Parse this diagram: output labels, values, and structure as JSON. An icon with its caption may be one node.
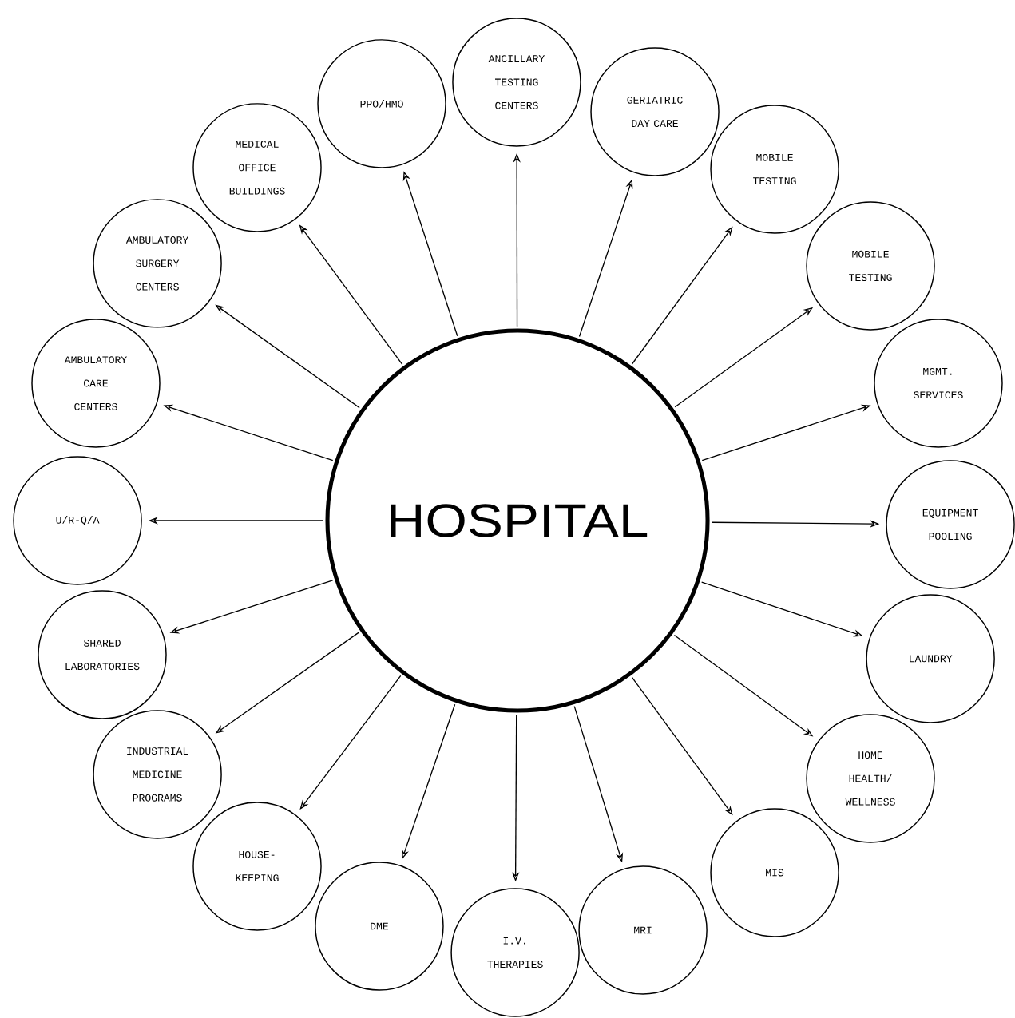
{
  "diagram": {
    "nodes": [
      {
        "text": [
          "HOSPITAL"
        ]
      },
      {
        "text": [
          "ANCILLARY TESTING CENTERS"
        ]
      },
      {
        "text": [
          "GERIATRIC DAY CARE"
        ]
      },
      {
        "text": [
          "MOBILE TESTING"
        ]
      },
      {
        "text": [
          "MOBILE TESTING"
        ]
      },
      {
        "text": [
          "MGMT. SERVICES"
        ]
      },
      {
        "text": [
          "EQUIPMENT POOLING"
        ]
      },
      {
        "text": [
          "LAUNDRY"
        ]
      },
      {
        "text": [
          "HOME HEALTH/ WELLNESS"
        ]
      },
      {
        "text": [
          "MIS"
        ]
      },
      {
        "text": [
          "MRI"
        ]
      },
      {
        "text": [
          "I.V. THERAPIES"
        ]
      },
      {
        "text": [
          "DME"
        ]
      },
      {
        "text": [
          "HOUSE-KEEPING"
        ]
      },
      {
        "text": [
          "INDUSTRIAL MEDICINE PROGRAMS"
        ]
      },
      {
        "text": [
          "SHARED LABORATORIES"
        ]
      },
      {
        "text": [
          "U/R-Q/A"
        ]
      },
      {
        "text": [
          "AMBULATORY CARE CENTERS"
        ]
      },
      {
        "text": [
          "AMBULATORY SURGERY CENTERS"
        ]
      },
      {
        "text": [
          "MEDICAL OFFICE BUILDINGS"
        ]
      },
      {
        "text": [
          "PPO/HMO"
        ]
      }
    ],
    "edges": [
      {
        "from": 0,
        "to": 1,
        "arrow": "to"
      },
      {
        "from": 0,
        "to": 2,
        "arrow": "to"
      },
      {
        "from": 0,
        "to": 3,
        "arrow": "to"
      },
      {
        "from": 0,
        "to": 4,
        "arrow": "to"
      },
      {
        "from": 0,
        "to": 5,
        "arrow": "to"
      },
      {
        "from": 0,
        "to": 6,
        "arrow": "to"
      },
      {
        "from": 0,
        "to": 7,
        "arrow": "to"
      },
      {
        "from": 0,
        "to": 8,
        "arrow": "to"
      },
      {
        "from": 0,
        "to": 9,
        "arrow": "to"
      },
      {
        "from": 0,
        "to": 10,
        "arrow": "to"
      },
      {
        "from": 0,
        "to": 11,
        "arrow": "to"
      },
      {
        "from": 0,
        "to": 12,
        "arrow": "to"
      },
      {
        "from": 0,
        "to": 13,
        "arrow": "to"
      },
      {
        "from": 0,
        "to": 14,
        "arrow": "to"
      },
      {
        "from": 0,
        "to": 15,
        "arrow": "to"
      },
      {
        "from": 0,
        "to": 16,
        "arrow": "to"
      },
      {
        "from": 0,
        "to": 17,
        "arrow": "to"
      },
      {
        "from": 0,
        "to": 18,
        "arrow": "to"
      },
      {
        "from": 0,
        "to": 19,
        "arrow": "to"
      },
      {
        "from": 0,
        "to": 20,
        "arrow": "to"
      }
    ]
  }
}
